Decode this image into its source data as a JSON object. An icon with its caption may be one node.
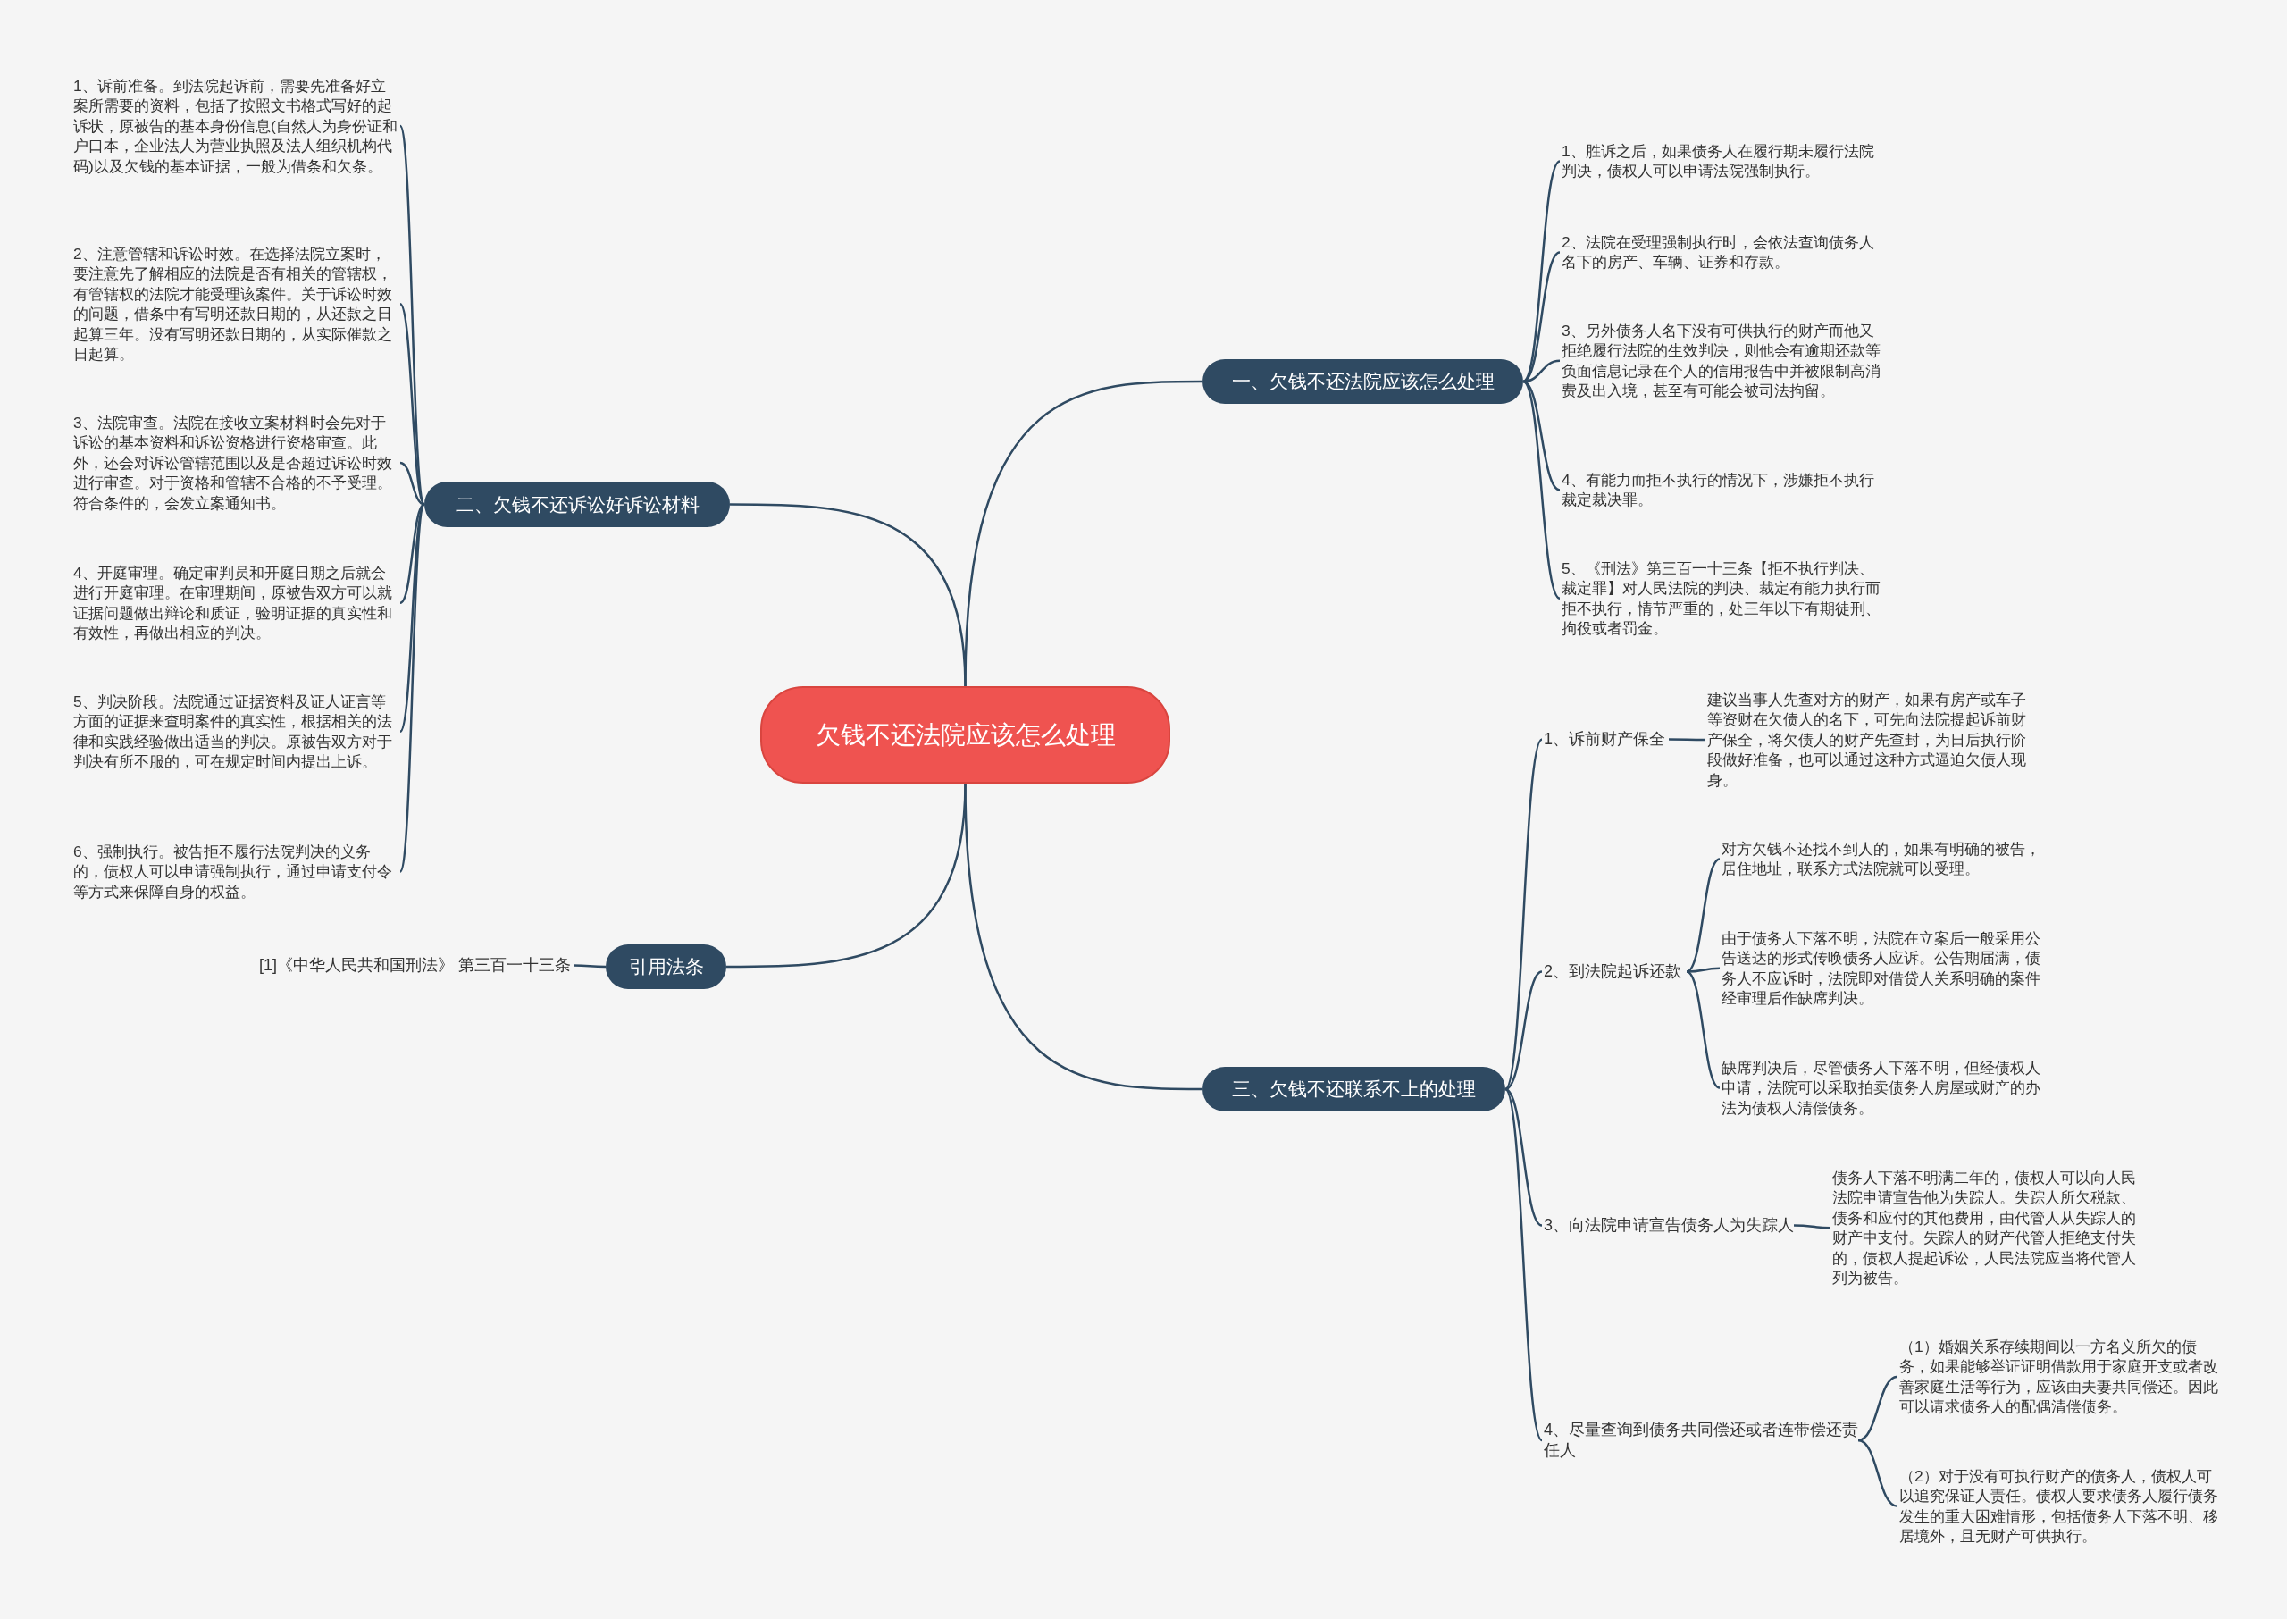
{
  "diagram": {
    "nodes": [
      {
        "text": [
          "欠钱不还法院应该怎么处理"
        ]
      },
      {
        "text": [
          "一、欠钱不还法院应该怎么处理"
        ]
      },
      {
        "text": [
          "1、胜诉之后，如果债务人在履行期未履行法院判决，债权人可以申请法院强制执行。"
        ]
      },
      {
        "text": [
          "2、法院在受理强制执行时，会依法查询债务人名下的房产、车辆、证券和存款。"
        ]
      },
      {
        "text": [
          "3、另外债务人名下没有可供执行的财产而他又拒绝履行法院的生效判决，则他会有逾期还款等负面信息记录在个人的信用报告中并被限制高消费及出入境，甚至有可能会被司法拘留。"
        ]
      },
      {
        "text": [
          "4、有能力而拒不执行的情况下，涉嫌拒不执行裁定裁决罪。"
        ]
      },
      {
        "text": [
          "5、《刑法》第三百一十三条【拒不执行判决、裁定罪】对人民法院的判决、裁定有能力执行而拒不执行，情节严重的，处三年以下有期徒刑、拘役或者罚金。"
        ]
      },
      {
        "text": [
          "二、欠钱不还诉讼好诉讼材料"
        ]
      },
      {
        "text": [
          "1、诉前准备。到法院起诉前，需要先准备好立案所需要的资料，包括了按照文书格式写好的起诉状，原被告的基本身份信息(自然人为身份证和户口本，企业法人为营业执照及法人组织机构代码)以及欠钱的基本证据，一般为借条和欠条。"
        ]
      },
      {
        "text": [
          "2、注意管辖和诉讼时效。在选择法院立案时，要注意先了解相应的法院是否有相关的管辖权，有管辖权的法院才能受理该案件。关于诉讼时效的问题，借条中有写明还款日期的，从还款之日起算三年。没有写明还款日期的，从实际催款之日起算。"
        ]
      },
      {
        "text": [
          "3、法院审查。法院在接收立案材料时会先对于诉讼的基本资料和诉讼资格进行资格审查。此外，还会对诉讼管辖范围以及是否超过诉讼时效进行审查。对于资格和管辖不合格的不予受理。符合条件的，会发立案通知书。"
        ]
      },
      {
        "text": [
          "4、开庭审理。确定审判员和开庭日期之后就会进行开庭审理。在审理期间，原被告双方可以就证据问题做出辩论和质证，验明证据的真实性和有效性，再做出相应的判决。"
        ]
      },
      {
        "text": [
          "5、判决阶段。法院通过证据资料及证人证言等方面的证据来查明案件的真实性，根据相关的法律和实践经验做出适当的判决。原被告双方对于判决有所不服的，可在规定时间内提出上诉。"
        ]
      },
      {
        "text": [
          "6、强制执行。被告拒不履行法院判决的义务的，债权人可以申请强制执行，通过申请支付令等方式来保障自身的权益。"
        ]
      },
      {
        "text": [
          "引用法条"
        ]
      },
      {
        "text": [
          "[1]《中华人民共和国刑法》 第三百一十三条"
        ]
      },
      {
        "text": [
          "三、欠钱不还联系不上的处理"
        ]
      },
      {
        "text": [
          "1、诉前财产保全"
        ]
      },
      {
        "text": [
          "建议当事人先查对方的财产，如果有房产或车子等资财在欠债人的名下，可先向法院提起诉前财产保全，将欠债人的财产先查封，为日后执行阶段做好准备，也可以通过这种方式逼迫欠债人现身。"
        ]
      },
      {
        "text": [
          "2、到法院起诉还款"
        ]
      },
      {
        "text": [
          "对方欠钱不还找不到人的，如果有明确的被告，居住地址，联系方式法院就可以受理。"
        ]
      },
      {
        "text": [
          "由于债务人下落不明，法院在立案后一般采用公告送达的形式传唤债务人应诉。公告期届满，债务人不应诉时，法院即对借贷人关系明确的案件经审理后作缺席判决。"
        ]
      },
      {
        "text": [
          "缺席判决后，尽管债务人下落不明，但经债权人申请，法院可以采取拍卖债务人房屋或财产的办法为债权人清偿债务。"
        ]
      },
      {
        "text": [
          "3、向法院申请宣告债务人为失踪人"
        ]
      },
      {
        "text": [
          "债务人下落不明满二年的，债权人可以向人民法院申请宣告他为失踪人。失踪人所欠税款、债务和应付的其他费用，由代管人从失踪人的财产中支付。失踪人的财产代管人拒绝支付失的，债权人提起诉讼，人民法院应当将代管人列为被告。"
        ]
      },
      {
        "text": [
          "4、尽量查询到债务共同偿还或者连带偿还责任人"
        ]
      },
      {
        "text": [
          "（1）婚姻关系存续期间以一方名义所欠的债务，如果能够举证证明借款用于家庭开支或者改善家庭生活等行为，应该由夫妻共同偿还。因此可以请求债务人的配偶清偿债务。"
        ]
      },
      {
        "text": [
          "（2）对于没有可执行财产的债务人，债权人可以追究保证人责任。债权人要求债务人履行债务发生的重大困难情形，包括债务人下落不明、移居境外，且无财产可供执行。"
        ]
      }
    ],
    "edges": [
      {
        "from": 0,
        "to": 1,
        "arrow": "none"
      },
      {
        "from": 1,
        "to": 2,
        "arrow": "none"
      },
      {
        "from": 1,
        "to": 3,
        "arrow": "none"
      },
      {
        "from": 1,
        "to": 4,
        "arrow": "none"
      },
      {
        "from": 1,
        "to": 5,
        "arrow": "none"
      },
      {
        "from": 1,
        "to": 6,
        "arrow": "none"
      },
      {
        "from": 0,
        "to": 7,
        "arrow": "none"
      },
      {
        "from": 7,
        "to": 8,
        "arrow": "none"
      },
      {
        "from": 7,
        "to": 9,
        "arrow": "none"
      },
      {
        "from": 7,
        "to": 10,
        "arrow": "none"
      },
      {
        "from": 7,
        "to": 11,
        "arrow": "none"
      },
      {
        "from": 7,
        "to": 12,
        "arrow": "none"
      },
      {
        "from": 7,
        "to": 13,
        "arrow": "none"
      },
      {
        "from": 0,
        "to": 14,
        "arrow": "none"
      },
      {
        "from": 14,
        "to": 15,
        "arrow": "none"
      },
      {
        "from": 0,
        "to": 16,
        "arrow": "none"
      },
      {
        "from": 16,
        "to": 17,
        "arrow": "none"
      },
      {
        "from": 17,
        "to": 18,
        "arrow": "none"
      },
      {
        "from": 16,
        "to": 19,
        "arrow": "none"
      },
      {
        "from": 19,
        "to": 20,
        "arrow": "none"
      },
      {
        "from": 19,
        "to": 21,
        "arrow": "none"
      },
      {
        "from": 19,
        "to": 22,
        "arrow": "none"
      },
      {
        "from": 16,
        "to": 23,
        "arrow": "none"
      },
      {
        "from": 23,
        "to": 24,
        "arrow": "none"
      },
      {
        "from": 16,
        "to": 25,
        "arrow": "none"
      },
      {
        "from": 25,
        "to": 26,
        "arrow": "none"
      },
      {
        "from": 25,
        "to": 27,
        "arrow": "none"
      }
    ]
  }
}
